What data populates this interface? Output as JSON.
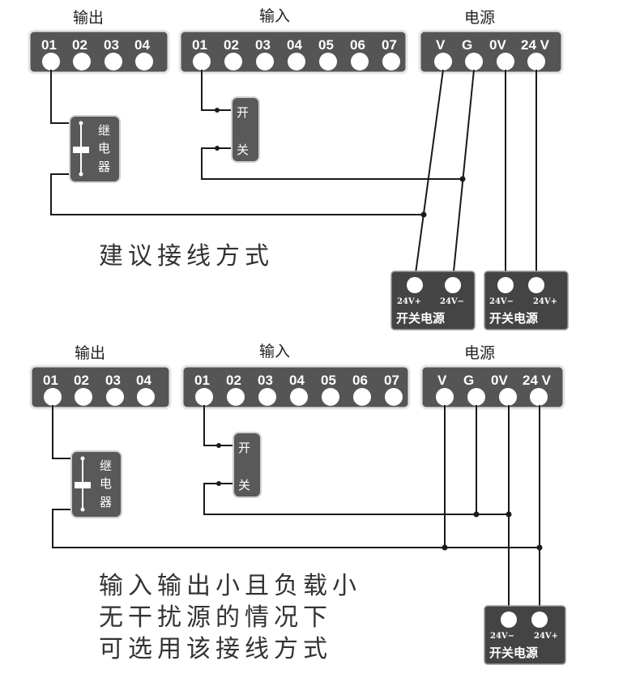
{
  "top": {
    "output_label": "输出",
    "input_label": "输入",
    "power_label": "电源",
    "output_terms": [
      "01",
      "02",
      "03",
      "04"
    ],
    "input_terms": [
      "01",
      "02",
      "03",
      "04",
      "05",
      "06",
      "07"
    ],
    "power_terms": [
      "V",
      "G",
      "0V",
      "24 V"
    ],
    "relay": [
      "继",
      "电",
      "器"
    ],
    "switch": [
      "开",
      "关"
    ],
    "caption": "建议接线方式",
    "psu1": {
      "left": "24V+",
      "right": "24V−",
      "title": "开关电源"
    },
    "psu2": {
      "left": "24V−",
      "right": "24V+",
      "title": "开关电源"
    }
  },
  "bottom": {
    "output_label": "输出",
    "input_label": "输入",
    "power_label": "电源",
    "output_terms": [
      "01",
      "02",
      "03",
      "04"
    ],
    "input_terms": [
      "01",
      "02",
      "03",
      "04",
      "05",
      "06",
      "07"
    ],
    "power_terms": [
      "V",
      "G",
      "0V",
      "24 V"
    ],
    "relay": [
      "继",
      "电",
      "器"
    ],
    "switch": [
      "开",
      "关"
    ],
    "caption_lines": [
      "输入输出小且负载小",
      "无干扰源的情况下",
      "可选用该接线方式"
    ],
    "psu": {
      "left": "24V−",
      "right": "24V+",
      "title": "开关电源"
    }
  }
}
